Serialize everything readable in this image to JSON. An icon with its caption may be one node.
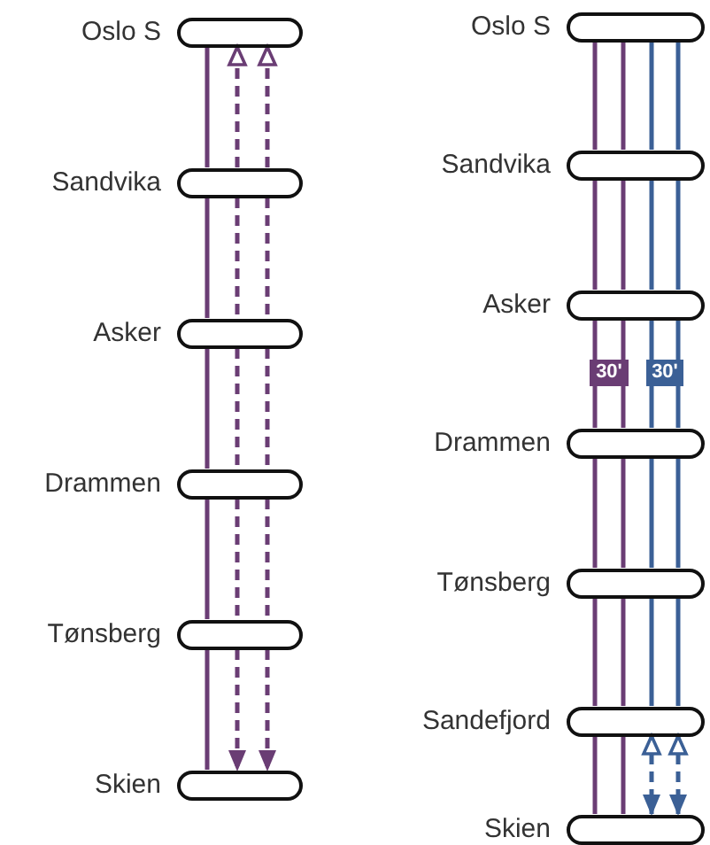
{
  "diagram": {
    "nodes": [
      {
        "text": [
          "Oslo S"
        ]
      },
      {
        "text": [
          "Sandvika"
        ]
      },
      {
        "text": [
          "Asker"
        ]
      },
      {
        "text": [
          "Drammen"
        ]
      },
      {
        "text": [
          "Tønsberg"
        ]
      },
      {
        "text": [
          "Skien"
        ]
      },
      {
        "text": [
          "Oslo S"
        ]
      },
      {
        "text": [
          "Sandvika"
        ]
      },
      {
        "text": [
          "Asker"
        ]
      },
      {
        "text": [
          "Drammen"
        ]
      },
      {
        "text": [
          "Tønsberg"
        ]
      },
      {
        "text": [
          "Sandefjord"
        ]
      },
      {
        "text": [
          "Skien"
        ]
      }
    ],
    "edges": [
      {
        "from": 0,
        "to": 1,
        "arrow": "none"
      },
      {
        "from": 1,
        "to": 2,
        "arrow": "none"
      },
      {
        "from": 2,
        "to": 3,
        "arrow": "none"
      },
      {
        "from": 3,
        "to": 4,
        "arrow": "none"
      },
      {
        "from": 4,
        "to": 5,
        "arrow": "none"
      },
      {
        "from": 1,
        "to": 0,
        "arrow": "to",
        "style": "dashed"
      },
      {
        "from": 1,
        "to": 2,
        "arrow": "none",
        "style": "dashed"
      },
      {
        "from": 2,
        "to": 3,
        "arrow": "none",
        "style": "dashed"
      },
      {
        "from": 3,
        "to": 4,
        "arrow": "none",
        "style": "dashed"
      },
      {
        "from": 4,
        "to": 5,
        "arrow": "to",
        "style": "dashed"
      },
      {
        "from": 1,
        "to": 0,
        "arrow": "to",
        "style": "dashed"
      },
      {
        "from": 1,
        "to": 2,
        "arrow": "none",
        "style": "dashed"
      },
      {
        "from": 2,
        "to": 3,
        "arrow": "none",
        "style": "dashed"
      },
      {
        "from": 3,
        "to": 4,
        "arrow": "none",
        "style": "dashed"
      },
      {
        "from": 4,
        "to": 5,
        "arrow": "to",
        "style": "dashed"
      },
      {
        "from": 6,
        "to": 7,
        "arrow": "none"
      },
      {
        "from": 7,
        "to": 8,
        "arrow": "none"
      },
      {
        "from": 8,
        "to": 9,
        "arrow": "none"
      },
      {
        "from": 9,
        "to": 10,
        "arrow": "none"
      },
      {
        "from": 10,
        "to": 11,
        "arrow": "none"
      },
      {
        "from": 11,
        "to": 12,
        "arrow": "none"
      },
      {
        "from": 6,
        "to": 7,
        "arrow": "none"
      },
      {
        "from": 7,
        "to": 8,
        "arrow": "none"
      },
      {
        "from": 8,
        "to": 9,
        "arrow": "none"
      },
      {
        "from": 9,
        "to": 10,
        "arrow": "none"
      },
      {
        "from": 10,
        "to": 11,
        "arrow": "none"
      },
      {
        "from": 11,
        "to": 12,
        "arrow": "none"
      },
      {
        "from": 6,
        "to": 7,
        "arrow": "none",
        "color": "#3b6096"
      },
      {
        "from": 7,
        "to": 8,
        "arrow": "none",
        "color": "#3b6096"
      },
      {
        "from": 8,
        "to": 9,
        "arrow": "none",
        "color": "#3b6096"
      },
      {
        "from": 9,
        "to": 10,
        "arrow": "none",
        "color": "#3b6096"
      },
      {
        "from": 10,
        "to": 11,
        "arrow": "none",
        "color": "#3b6096"
      },
      {
        "from": 6,
        "to": 7,
        "arrow": "none",
        "color": "#3b6096"
      },
      {
        "from": 7,
        "to": 8,
        "arrow": "none",
        "color": "#3b6096"
      },
      {
        "from": 8,
        "to": 9,
        "arrow": "none",
        "color": "#3b6096"
      },
      {
        "from": 9,
        "to": 10,
        "arrow": "none",
        "color": "#3b6096"
      },
      {
        "from": 10,
        "to": 11,
        "arrow": "none",
        "color": "#3b6096"
      },
      {
        "from": 11,
        "to": 12,
        "arrow": "both",
        "style": "dashed",
        "color": "#3b6096"
      },
      {
        "from": 11,
        "to": 12,
        "arrow": "both",
        "style": "dashed",
        "color": "#3b6096"
      }
    ],
    "labels": [
      "30'",
      "30'"
    ]
  }
}
